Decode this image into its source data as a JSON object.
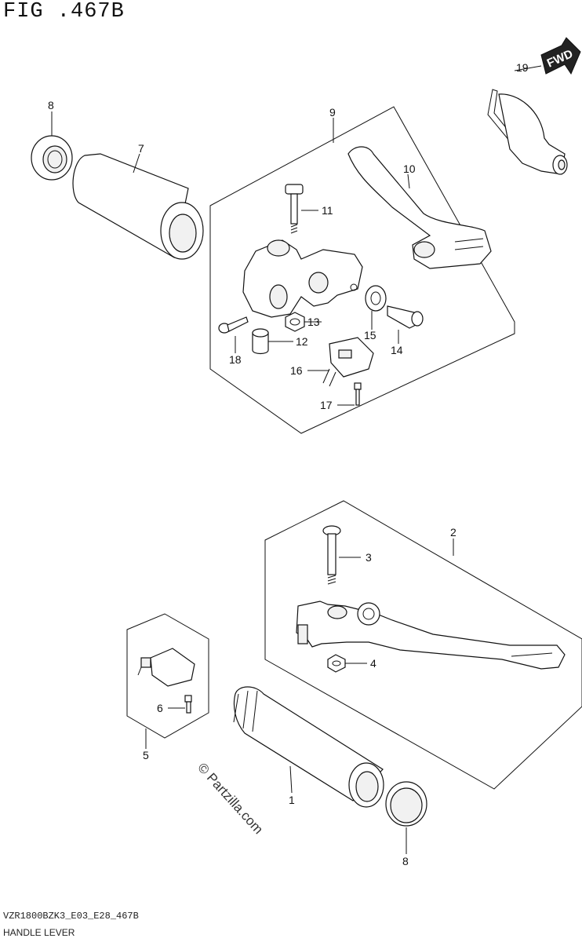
{
  "figure": {
    "title": "FIG .467B",
    "diagram_code": "VZR1800BZK3_E03_E28_467B",
    "section_name": "HANDLE LEVER",
    "watermark": "© Partzilla.com",
    "direction_label": "FWD"
  },
  "callouts": {
    "c1": "1",
    "c2": "2",
    "c3": "3",
    "c4": "4",
    "c5": "5",
    "c6": "6",
    "c7": "7",
    "c8a": "8",
    "c8b": "8",
    "c9": "9",
    "c10": "10",
    "c11": "11",
    "c12": "12",
    "c13": "13",
    "c14": "14",
    "c15": "15",
    "c16": "16",
    "c17": "17",
    "c18": "18",
    "c19": "19"
  }
}
